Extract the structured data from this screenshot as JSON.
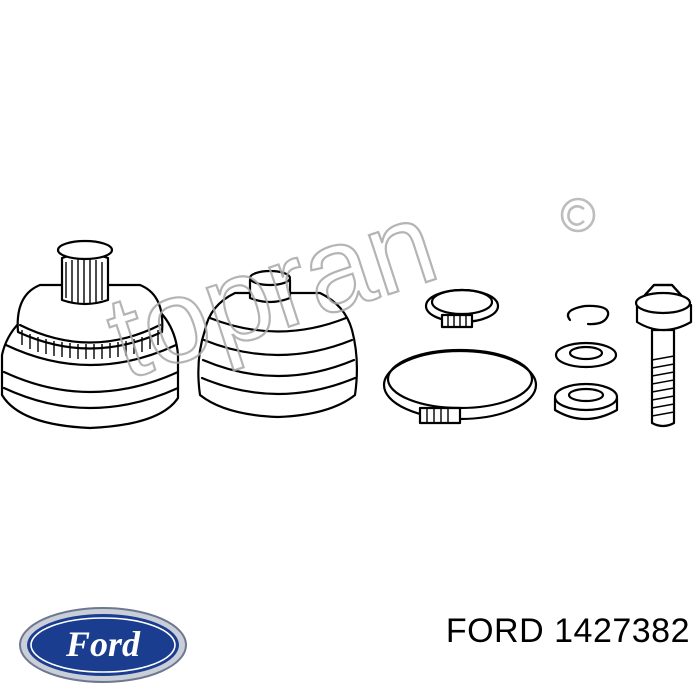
{
  "brand": {
    "logo_text": "Ford",
    "logo_colors": {
      "oval": "#1b3d8f",
      "rim": "#c9ced8",
      "text": "#ffffff"
    }
  },
  "part": {
    "maker": "FORD",
    "number": "1427382"
  },
  "watermark": {
    "text": "topran",
    "symbol": "©"
  },
  "components": [
    {
      "name": "outer-cv-joint-housing"
    },
    {
      "name": "boot"
    },
    {
      "name": "small-clamp"
    },
    {
      "name": "large-clamp"
    },
    {
      "name": "circlip"
    },
    {
      "name": "washer"
    },
    {
      "name": "bushing"
    },
    {
      "name": "bolt"
    }
  ]
}
